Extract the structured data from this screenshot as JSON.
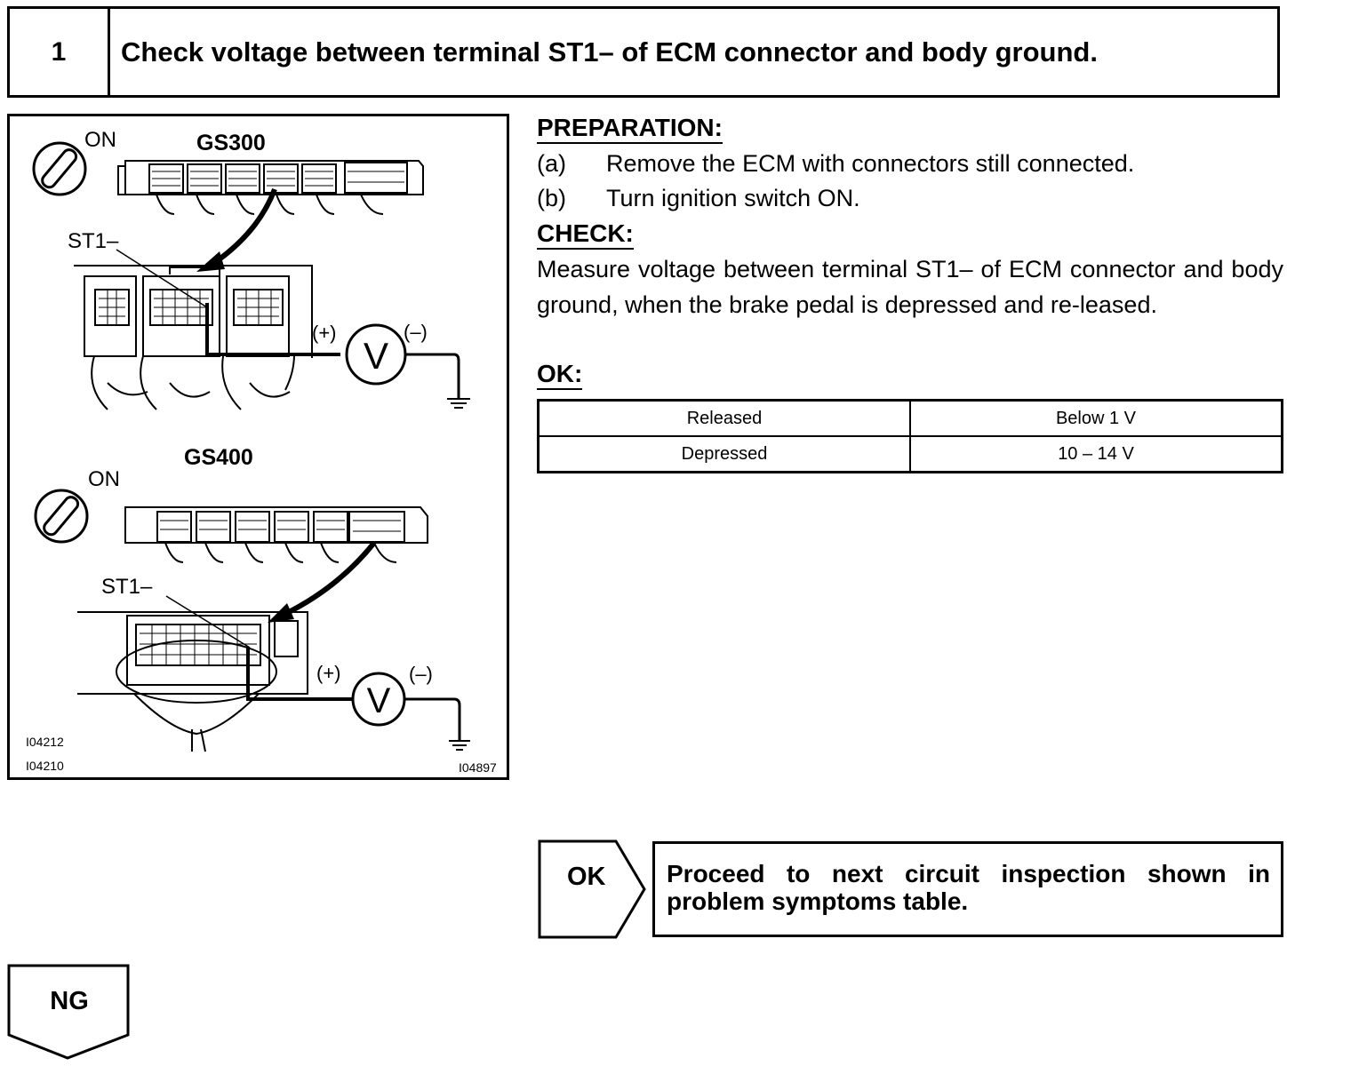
{
  "step": {
    "number": "1",
    "title": "Check voltage between terminal ST1–  of ECM connector and body ground."
  },
  "illustration": {
    "top_model": "GS300",
    "bottom_model": "GS400",
    "ignition_label": "ON",
    "terminal_label": "ST1–",
    "meter_symbol": "V",
    "plus_label": "(+)",
    "minus_label": "(–)",
    "codes": [
      "I04212",
      "I04210",
      "I04897"
    ]
  },
  "preparation": {
    "heading": "PREPARATION:",
    "items": [
      {
        "letter": "(a)",
        "text": "Remove the ECM with connectors still connected."
      },
      {
        "letter": "(b)",
        "text": "Turn ignition switch ON."
      }
    ]
  },
  "check": {
    "heading": "CHECK:",
    "text": "Measure voltage between terminal ST1– of ECM connector and body ground, when the brake pedal is depressed and re-leased."
  },
  "ok_spec": {
    "heading": "OK:",
    "rows": [
      {
        "condition": "Released",
        "value": "Below 1 V"
      },
      {
        "condition": "Depressed",
        "value": "10 – 14 V"
      }
    ]
  },
  "results": {
    "ok_label": "OK",
    "ok_text": "Proceed to next circuit inspection shown in problem symptoms table.",
    "ng_label": "NG"
  }
}
